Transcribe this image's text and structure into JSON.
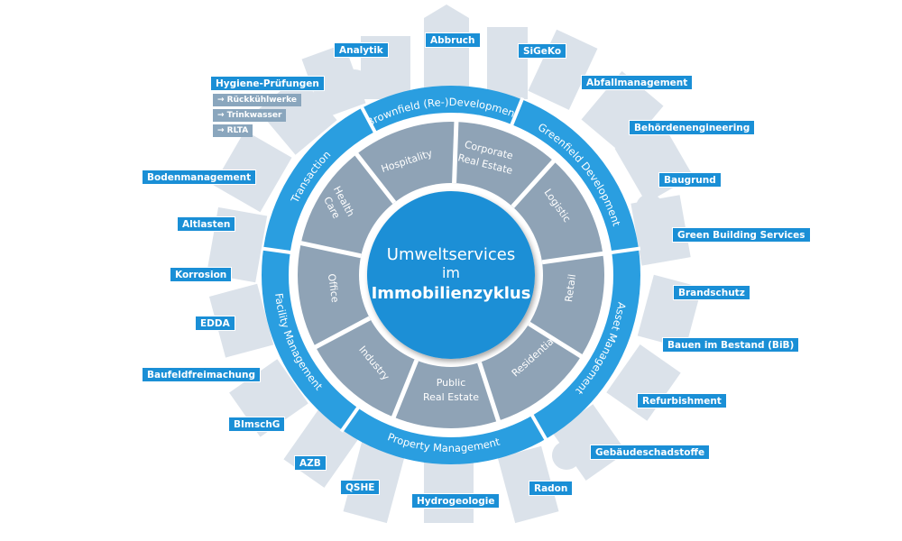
{
  "center": {
    "line1": "Umweltservices",
    "line2": "im",
    "line3": "Immobilienzyklus"
  },
  "phases": [
    "Brownfield (Re-)Development",
    "Greenfield Development",
    "Asset Management",
    "Property Management",
    "Facility Management",
    "Transaction"
  ],
  "sectors": {
    "corporate": [
      "Corporate",
      "Real Estate"
    ],
    "logistic": [
      "Logistic"
    ],
    "retail": [
      "Retail"
    ],
    "residential": [
      "Residential"
    ],
    "public": [
      "Public",
      "Real Estate"
    ],
    "industry": [
      "Industry"
    ],
    "office": [
      "Office"
    ],
    "health": [
      "Health",
      "Care"
    ],
    "hospitality": [
      "Hospitality"
    ]
  },
  "services": {
    "analytik": "Analytik",
    "abbruch": "Abbruch",
    "sigeko": "SiGeKo",
    "abfallmanagement": "Abfallmanagement",
    "hygiene": "Hygiene-Prüfungen",
    "hygiene_sub": [
      "→ Rückkühlwerke",
      "→ Trinkwasser",
      "→ RLTA"
    ],
    "behoerden": "Behördenengineering",
    "bodenmanagement": "Bodenmanagement",
    "baugrund": "Baugrund",
    "altlasten": "Altlasten",
    "green_building": "Green Building Services",
    "korrosion": "Korrosion",
    "brandschutz": "Brandschutz",
    "edda": "EDDA",
    "bauen_bestand": "Bauen im Bestand (BiB)",
    "baufeld": "Baufeldfreimachung",
    "refurbishment": "Refurbishment",
    "bimschg": "BImschG",
    "gebaeude": "Gebäudeschadstoffe",
    "azb": "AZB",
    "qshe": "QSHE",
    "hydrogeologie": "Hydrogeologie",
    "radon": "Radon"
  },
  "colors": {
    "primary_blue": "#1a8fd6",
    "ring_blue": "#2a9ee0",
    "sector_gray": "#8fa3b6",
    "building_gray": "#d7dee6",
    "white": "#ffffff"
  }
}
